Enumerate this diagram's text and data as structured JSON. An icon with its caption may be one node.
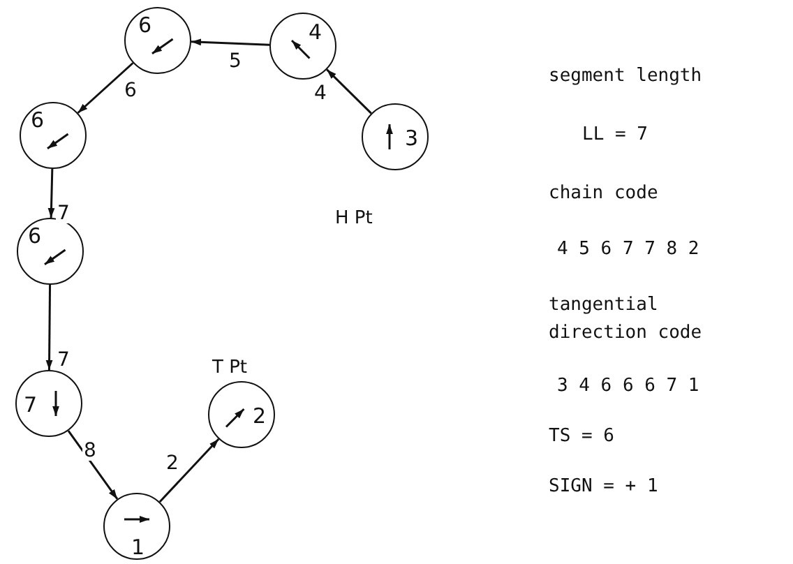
{
  "diagram": {
    "nodes": [
      {
        "text": [
          "3"
        ],
        "beside": [
          "H Pt"
        ]
      },
      {
        "text": [
          "4"
        ]
      },
      {
        "text": [
          "6"
        ]
      },
      {
        "text": [
          "6"
        ]
      },
      {
        "text": [
          "6"
        ]
      },
      {
        "text": [
          "7"
        ]
      },
      {
        "text": [
          "1"
        ]
      },
      {
        "text": [
          "2"
        ],
        "beside": [
          "T Pt"
        ]
      }
    ],
    "edges": [
      {
        "from": 0,
        "to": 1,
        "arrow": "to",
        "label": "4"
      },
      {
        "from": 1,
        "to": 2,
        "arrow": "to",
        "label": "5"
      },
      {
        "from": 2,
        "to": 3,
        "arrow": "to",
        "label": "6"
      },
      {
        "from": 3,
        "to": 4,
        "arrow": "to",
        "label": "7"
      },
      {
        "from": 4,
        "to": 5,
        "arrow": "to",
        "label": "7"
      },
      {
        "from": 5,
        "to": 6,
        "arrow": "to",
        "label": "8"
      },
      {
        "from": 6,
        "to": 7,
        "arrow": "to",
        "label": "2"
      }
    ],
    "labels": [
      "segment length",
      "LL = 7",
      "chain code",
      "4 5 6 7 7 8 2",
      "tangential",
      "direction code",
      "3 4 6 6 6 7 1",
      "TS = 6",
      "SIGN = + 1"
    ]
  }
}
